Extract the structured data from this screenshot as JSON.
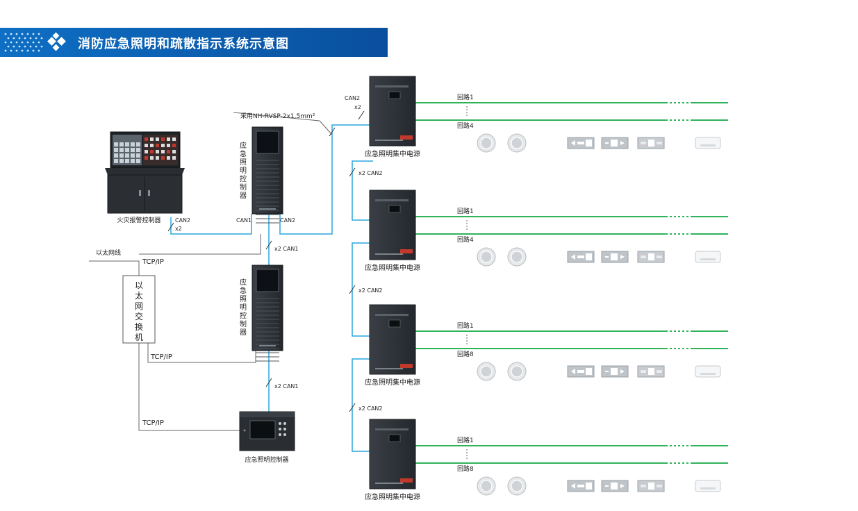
{
  "title": "消防应急照明和疏散指示系统示意图",
  "labels": {
    "fire_alarm": "火灾报警控制器",
    "ctrl_vertical": "应急照明控制器",
    "switch_vertical": "以太网交换机",
    "ctrl_panel": "应急照明控制器",
    "power_unit": "应急照明集中电源",
    "cable": "采用NH-RVSP-2x1.5mm²",
    "ethernet": "以太网线",
    "tcpip": "TCP/IP",
    "can1": "CAN1",
    "can2": "CAN2",
    "x2": "x2",
    "x2_can1": "x2  CAN1",
    "x2_can2": "x2  CAN2",
    "loop1": "回路1",
    "loop4": "回路4",
    "loop8": "回路8"
  },
  "colors": {
    "title_bg": "#0a5bb0",
    "can_line": "#2aa6dc",
    "loop_line": "#2fb35a",
    "tcp_line": "#666666"
  },
  "icons": [
    "pendant-lamp-icon",
    "exit-sign-left-icon",
    "floor-2f-sign-icon",
    "exit-sign-icon",
    "wall-lamp-icon"
  ]
}
